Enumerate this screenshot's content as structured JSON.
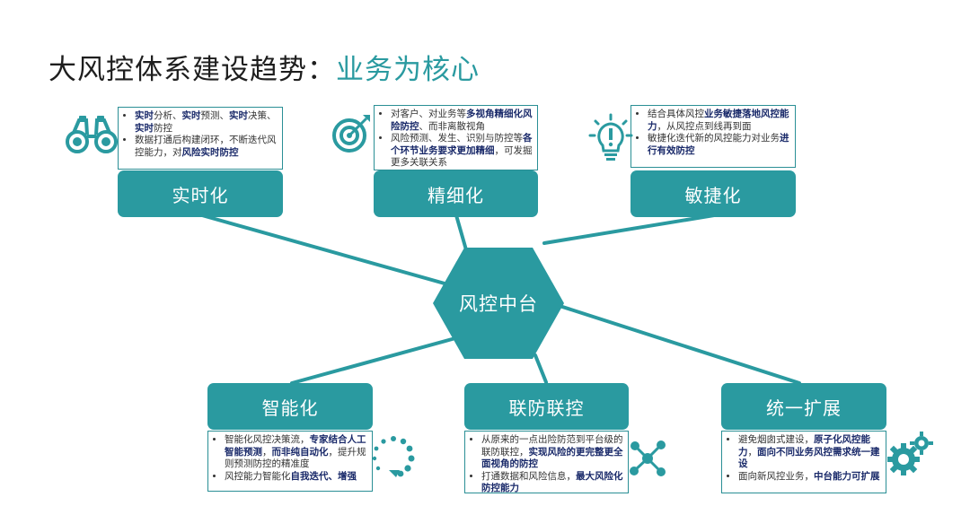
{
  "title": {
    "main": "大风控体系建设趋势：",
    "accent": "业务为核心"
  },
  "hub": {
    "label": "风控中台"
  },
  "nodes": {
    "realtime": {
      "label": "实时化"
    },
    "fine": {
      "label": "精细化"
    },
    "agile": {
      "label": "敏捷化"
    },
    "smart": {
      "label": "智能化"
    },
    "joint": {
      "label": "联防联控"
    },
    "unified": {
      "label": "统一扩展"
    }
  },
  "descs": {
    "realtime": [
      [
        {
          "t": "实时",
          "b": true
        },
        {
          "t": "分析、"
        },
        {
          "t": "实时",
          "b": true
        },
        {
          "t": "预测、"
        },
        {
          "t": "实时",
          "b": true
        },
        {
          "t": "决策、"
        },
        {
          "t": "实时",
          "b": true
        },
        {
          "t": "防控"
        }
      ],
      [
        {
          "t": "数据打通后构建闭环，不断迭代风控能力，对"
        },
        {
          "t": "风险实时防控",
          "b": true
        }
      ]
    ],
    "fine": [
      [
        {
          "t": "对客户、对业务等"
        },
        {
          "t": "多视角精细化风险防控",
          "b": true
        },
        {
          "t": "、而非离散视角"
        }
      ],
      [
        {
          "t": "风险预测、发生、识别与防控等"
        },
        {
          "t": "各个环节业务要求更加精细",
          "b": true
        },
        {
          "t": "，可发掘更多关联关系"
        }
      ]
    ],
    "agile": [
      [
        {
          "t": "结合具体风控"
        },
        {
          "t": "业务敏捷落地风控能力",
          "b": true
        },
        {
          "t": "，从风控点到线再到面"
        }
      ],
      [
        {
          "t": "敏捷化迭代新的风控能力对业务"
        },
        {
          "t": "进行有效防控",
          "b": true
        }
      ]
    ],
    "smart": [
      [
        {
          "t": "智能化风控决策流，"
        },
        {
          "t": "专家结合人工智能预测",
          "b": true
        },
        {
          "t": "，"
        },
        {
          "t": "而非纯自动化",
          "b": true
        },
        {
          "t": "，提升规则预测防控的精准度"
        }
      ],
      [
        {
          "t": "风控能力智能化"
        },
        {
          "t": "自我迭代、增强",
          "b": true
        }
      ]
    ],
    "joint": [
      [
        {
          "t": "从原来的一点出险防范到平台级的联防联控，"
        },
        {
          "t": "实现风险的更完整更全面视角的防控",
          "b": true
        }
      ],
      [
        {
          "t": "打通数据和风险信息，"
        },
        {
          "t": "最大风险化防控能力",
          "b": true
        }
      ]
    ],
    "unified": [
      [
        {
          "t": "避免烟囱式建设，"
        },
        {
          "t": "原子化风控能力",
          "b": true
        },
        {
          "t": "，"
        },
        {
          "t": "面向不同业务风控需求统一建设",
          "b": true
        }
      ],
      [
        {
          "t": "面向新风控业务，"
        },
        {
          "t": "中台能力可扩展",
          "b": true
        }
      ]
    ]
  },
  "icons": {
    "realtime": "binoculars-icon",
    "fine": "target-icon",
    "agile": "lightbulb-exclamation-icon",
    "smart": "refresh-cycle-icon",
    "joint": "network-nodes-icon",
    "unified": "gears-icon"
  },
  "colors": {
    "accent": "#2a9aa0",
    "box_border": "#2a8f95",
    "emphasis": "#1a2a6a"
  }
}
